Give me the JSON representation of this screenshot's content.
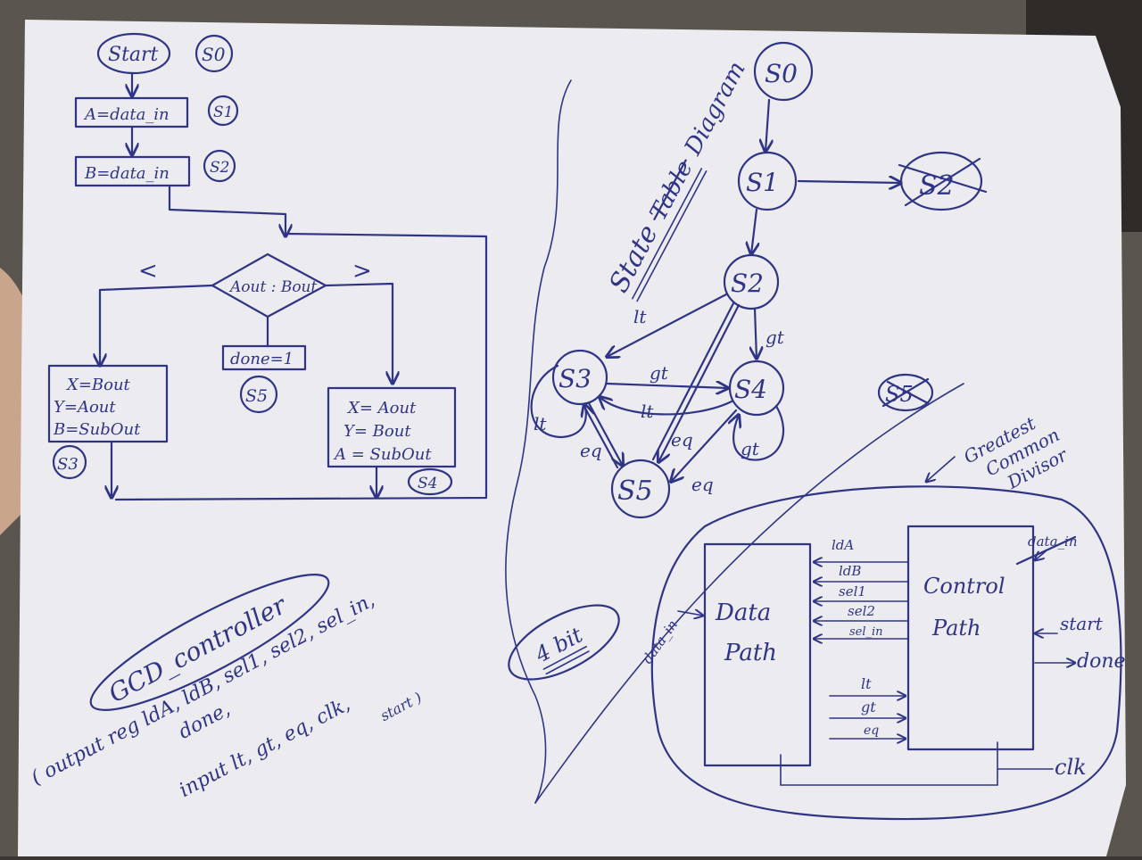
{
  "flowchart": {
    "start": "Start",
    "s0": "S0",
    "load_a": "A=data_in",
    "s1": "S1",
    "load_b": "B=data_in",
    "s2": "S2",
    "compare": "Aout : Bout",
    "less": "<",
    "greater": ">",
    "done": "done=1",
    "s5": "S5",
    "left_box": [
      "X=Bout",
      "Y=Aout",
      "B=SubOut"
    ],
    "s3": "S3",
    "right_box": [
      "X= Aout",
      "Y= Bout",
      "A = SubOut"
    ],
    "s4": "S4"
  },
  "state_diagram": {
    "title_state": "State",
    "title_table": "Table",
    "title_diagram": "Diagram",
    "states": {
      "s0": "S0",
      "s1": "S1",
      "s2": "S2",
      "s2_crossed": "S2",
      "s3": "S3",
      "s4": "S4",
      "s5": "S5",
      "s5_crossed": "S5"
    },
    "labels": {
      "lt_top": "lt",
      "gt_right": "gt",
      "gt_mid": "gt",
      "lt_mid": "lt",
      "lt_loop": "lt",
      "gt_loop": "gt",
      "eq_left": "eq",
      "eq_mid": "eq",
      "eq_right": "eq"
    }
  },
  "gcd_note": [
    "Greatest",
    "Common",
    "Divisor"
  ],
  "four_bit": "4 bit",
  "controller": {
    "name": "GCD_controller",
    "line1": "( output reg ldA, ldB, sel1, sel2, sel_in,",
    "line2": "done,",
    "line3": "input lt, gt, eq, clk,",
    "line4": "start )"
  },
  "block": {
    "datapath": [
      "Data",
      "Path"
    ],
    "control": [
      "Control",
      "Path"
    ],
    "data_in_left": "data_in",
    "data_in_right": "data_in",
    "signals_down": [
      "ldA",
      "ldB",
      "sel1",
      "sel2",
      "sel_in"
    ],
    "signals_up": [
      "lt",
      "gt",
      "eq"
    ],
    "start": "start",
    "done": "done",
    "clk": "clk"
  }
}
